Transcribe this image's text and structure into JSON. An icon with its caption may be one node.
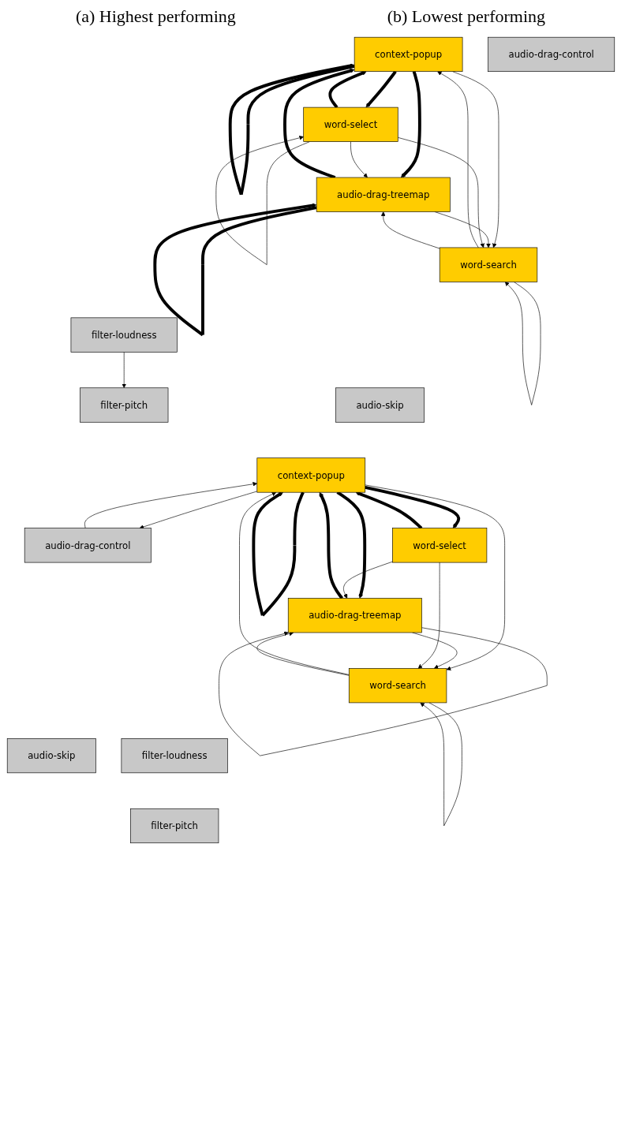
{
  "diagram": {
    "nodes": [
      {
        "text": [
          "context-popup"
        ]
      },
      {
        "text": [
          "audio-drag-control"
        ]
      },
      {
        "text": [
          "word-select"
        ]
      },
      {
        "text": [
          "word-search"
        ]
      },
      {
        "text": [
          "audio-drag-treemap"
        ]
      },
      {
        "text": [
          "audio-skip"
        ]
      },
      {
        "text": [
          "filter-loudness"
        ]
      },
      {
        "text": [
          "filter-pitch"
        ]
      },
      {
        "text": [
          "context-popup"
        ]
      },
      {
        "text": [
          "audio-drag-control"
        ]
      },
      {
        "text": [
          "word-select"
        ]
      },
      {
        "text": [
          "word-search"
        ]
      },
      {
        "text": [
          "audio-drag-treemap"
        ]
      },
      {
        "text": [
          "audio-skip"
        ]
      },
      {
        "text": [
          "filter-loudness"
        ]
      },
      {
        "text": [
          "filter-pitch"
        ]
      }
    ],
    "edges": [
      {
        "from": 0,
        "to": 0,
        "arrow": "to",
        "style": "thick"
      },
      {
        "from": 0,
        "to": 2,
        "arrow": "to",
        "style": "thick"
      },
      {
        "from": 2,
        "to": 0,
        "arrow": "to",
        "style": "thick"
      },
      {
        "from": 0,
        "to": 3,
        "arrow": "to"
      },
      {
        "from": 3,
        "to": 0,
        "arrow": "to"
      },
      {
        "from": 0,
        "to": 4,
        "arrow": "to",
        "style": "thick"
      },
      {
        "from": 4,
        "to": 0,
        "arrow": "to",
        "style": "thick"
      },
      {
        "from": 4,
        "to": 4,
        "arrow": "to",
        "style": "thick"
      },
      {
        "from": 2,
        "to": 4,
        "arrow": "to"
      },
      {
        "from": 3,
        "to": 4,
        "arrow": "to"
      },
      {
        "from": 4,
        "to": 3,
        "arrow": "to"
      },
      {
        "from": 2,
        "to": 3,
        "arrow": "to"
      },
      {
        "from": 2,
        "to": 2,
        "arrow": "to"
      },
      {
        "from": 3,
        "to": 3,
        "arrow": "to"
      },
      {
        "from": 6,
        "to": 7,
        "arrow": "to"
      },
      {
        "from": 8,
        "to": 8,
        "arrow": "to",
        "style": "thick"
      },
      {
        "from": 8,
        "to": 9,
        "arrow": "to"
      },
      {
        "from": 9,
        "to": 8,
        "arrow": "to"
      },
      {
        "from": 8,
        "to": 10,
        "arrow": "to",
        "style": "thick"
      },
      {
        "from": 10,
        "to": 8,
        "arrow": "to",
        "style": "thick"
      },
      {
        "from": 8,
        "to": 11,
        "arrow": "to"
      },
      {
        "from": 11,
        "to": 8,
        "arrow": "to"
      },
      {
        "from": 8,
        "to": 12,
        "arrow": "to",
        "style": "thick"
      },
      {
        "from": 12,
        "to": 8,
        "arrow": "to",
        "style": "thick"
      },
      {
        "from": 12,
        "to": 12,
        "arrow": "to"
      },
      {
        "from": 10,
        "to": 12,
        "arrow": "to"
      },
      {
        "from": 11,
        "to": 12,
        "arrow": "to"
      },
      {
        "from": 12,
        "to": 11,
        "arrow": "to"
      },
      {
        "from": 10,
        "to": 11,
        "arrow": "to"
      },
      {
        "from": 11,
        "to": 11,
        "arrow": "to"
      }
    ],
    "labels": [
      "(a) Highest performing",
      "(b) Lowest performing"
    ]
  }
}
